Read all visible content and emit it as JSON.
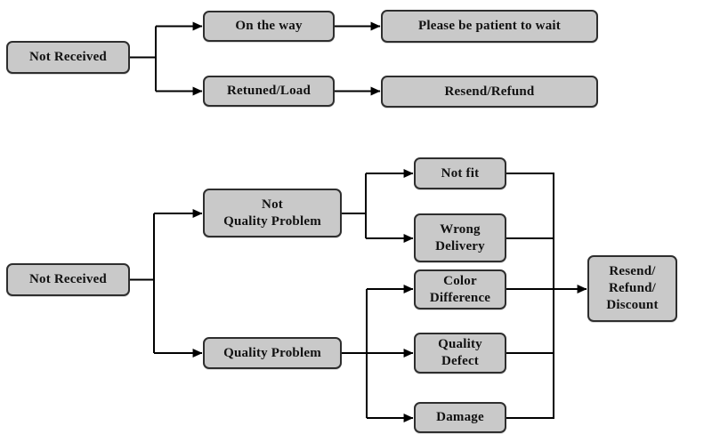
{
  "diagram_type": "flowchart",
  "colors": {
    "background": "#ffffff",
    "node_fill": "#c9c9c9",
    "node_border": "#2e2e2e",
    "connector": "#000000",
    "text": "#111111"
  },
  "flow1": {
    "not_received": "Not Received",
    "on_the_way": "On the way",
    "retuned_load": "Retuned/Load",
    "be_patient": "Please be patient to wait",
    "resend_refund": "Resend/Refund"
  },
  "flow2": {
    "not_received": "Not Received",
    "not_quality_problem": "Not\nQuality Problem",
    "quality_problem": "Quality Problem",
    "not_fit": "Not fit",
    "wrong_delivery": "Wrong\nDelivery",
    "color_difference": "Color\nDifference",
    "quality_defect": "Quality\nDefect",
    "damage": "Damage",
    "resend_refund_discount": "Resend/\nRefund/\nDiscount"
  }
}
